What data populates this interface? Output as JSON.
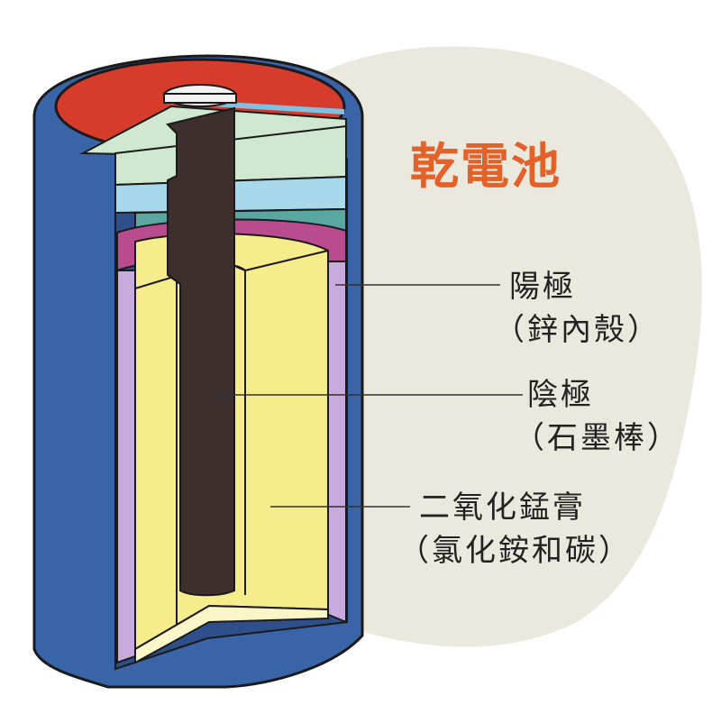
{
  "title": "乾電池",
  "labels": {
    "positive": {
      "name": "陽極",
      "detail": "（鋅內殼）"
    },
    "negative": {
      "name": "陰極",
      "detail": "（石墨棒）"
    },
    "paste": {
      "name": "二氧化錳膏",
      "detail": "（氯化銨和碳）"
    }
  },
  "colors": {
    "title": "#e2622a",
    "background_blob": "#ebe8dd",
    "shell_blue": "#3a64a8",
    "cap_red": "#d63b2c",
    "graphite_rod": "#3c2f2d",
    "paste_yellow": "#f6ec8c",
    "liner_pink": "#c8aadf",
    "seal_magenta": "#b94c8f",
    "layer_green": "#cfe8cf",
    "layer_lightblue": "#a8d8ec",
    "layer_teal": "#5aa7a2"
  }
}
